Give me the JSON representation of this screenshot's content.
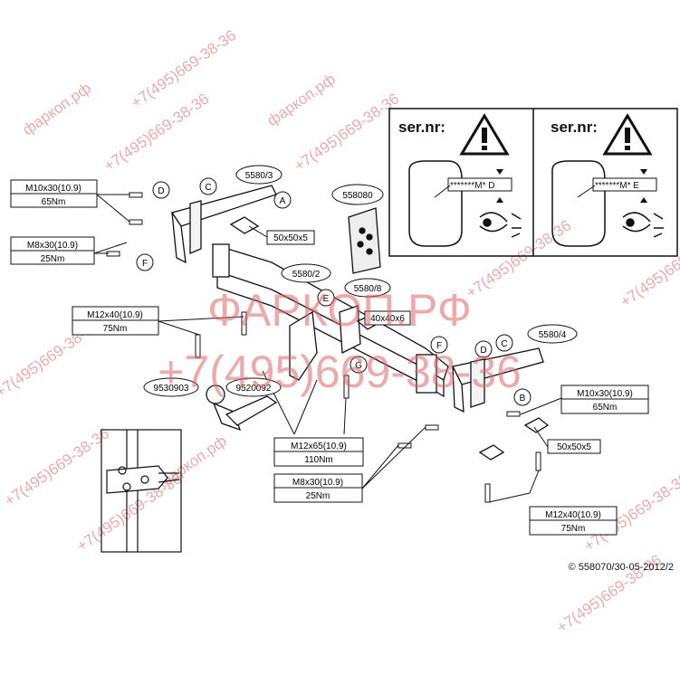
{
  "watermark": {
    "brand": "ФАРКОП.РФ",
    "brand_small": "фаркоп.рф",
    "phone": "+7(495)669-38-36"
  },
  "ser_panels": [
    {
      "label": "ser.nr:",
      "code": "*******M* D"
    },
    {
      "label": "ser.nr:",
      "code": "*******M* E"
    }
  ],
  "part_labels": {
    "p5580_3": "5580/3",
    "p558080": "558080",
    "p5580_2": "5580/2",
    "p5580_8": "5580/8",
    "p5580_4": "5580/4",
    "p9530903": "9530903",
    "p9520092": "9520092"
  },
  "letters": {
    "a": "A",
    "b": "B",
    "c": "C",
    "d": "D",
    "e": "E",
    "f": "F",
    "g": "G"
  },
  "plates": {
    "left": "50x50x5",
    "mid": "40x40x6",
    "right": "50x50x5"
  },
  "bolt_specs": [
    {
      "size": "M10x30(10.9)",
      "torque": "65Nm"
    },
    {
      "size": "M8x30(10.9)",
      "torque": "25Nm"
    },
    {
      "size": "M12x40(10.9)",
      "torque": "75Nm"
    },
    {
      "size": "M12x65(10.9)",
      "torque": "110Nm"
    },
    {
      "size": "M8x30(10.9)",
      "torque": "25Nm"
    },
    {
      "size": "M10x30(10.9)",
      "torque": "65Nm"
    },
    {
      "size": "M12x40(10.9)",
      "torque": "75Nm"
    }
  ],
  "copyright": "© 558070/30-05-2012/2"
}
